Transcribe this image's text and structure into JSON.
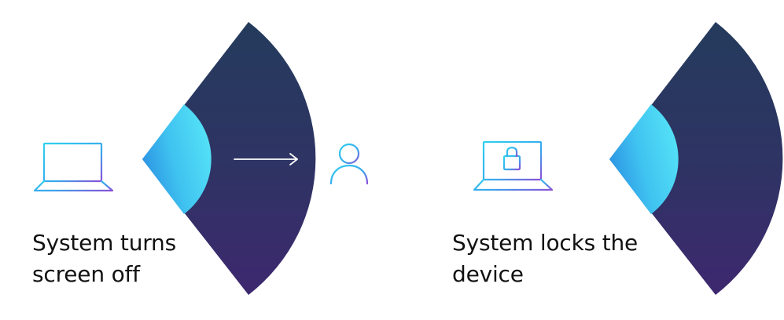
{
  "panels": {
    "screen_off": {
      "caption_line1": "System turns",
      "caption_line2": "screen off",
      "icons": [
        "laptop-icon",
        "arrow-right-icon",
        "person-icon"
      ]
    },
    "lock": {
      "caption_line1": "System locks the",
      "caption_line2": "device",
      "icons": [
        "locked-laptop-icon"
      ]
    }
  },
  "colors": {
    "wedge_outer_top": "#253a5e",
    "wedge_outer_bottom": "#3b2a6e",
    "wedge_inner_light": "#4fdcf6",
    "wedge_inner_dark": "#2a8fe0",
    "icon_cyan": "#2ec8ee",
    "icon_violet": "#7b4fd6",
    "arrow": "#ffffff",
    "text": "#111111"
  }
}
